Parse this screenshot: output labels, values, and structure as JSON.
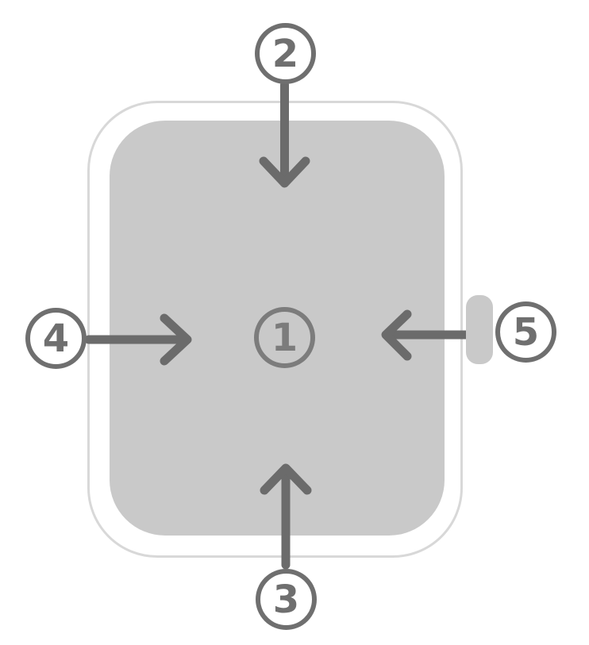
{
  "diagram": {
    "kind": "device-callout-diagram",
    "parts": {
      "device_body": "device-body",
      "screen": "device-screen",
      "side_button": "side-button"
    }
  },
  "callouts": [
    {
      "label": "1",
      "position": "center-of-screen"
    },
    {
      "label": "2",
      "position": "top",
      "arrow_direction": "down"
    },
    {
      "label": "3",
      "position": "bottom",
      "arrow_direction": "up"
    },
    {
      "label": "4",
      "position": "left",
      "arrow_direction": "right"
    },
    {
      "label": "5",
      "position": "right-at-side-button",
      "arrow_direction": "left"
    }
  ],
  "colors": {
    "background": "#ffffff",
    "screen_fill": "#c9c9c9",
    "side_button_fill": "#c9c9c9",
    "frame_outline": "#d8d8d8",
    "annotation": "#6f6f6f",
    "center_annotation": "#7c7c7c",
    "arrow": "#6b6b6b"
  }
}
